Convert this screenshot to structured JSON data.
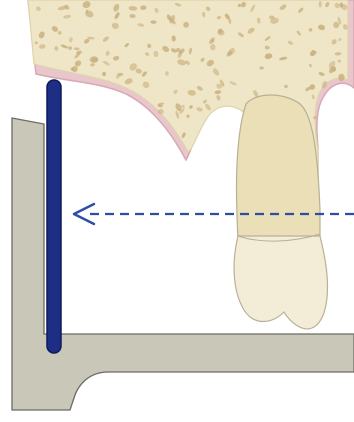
{
  "diagram": {
    "colors": {
      "background": "#ffffff",
      "gingiva": "#e9c6cb",
      "gingiva_edge": "#d7a9b3",
      "bone": "#efe6c8",
      "bone_edge": "#dfd3ab",
      "bone_pores": "#c9b07d",
      "tooth": "#f3edd8",
      "tooth_edge": "#b8b096",
      "root_shade": "#eadfb6",
      "film_holder": "#c9c7b8",
      "film_holder_edge": "#6d6b62",
      "film": "#1d2f84",
      "film_edge": "#0f1a5a",
      "beam": "#2c4ea3"
    },
    "parts": [
      {
        "name": "alveolar-bone",
        "kind": "cancellous bone"
      },
      {
        "name": "gingiva",
        "kind": "soft tissue outline"
      },
      {
        "name": "tooth",
        "kind": "anterior tooth"
      },
      {
        "name": "film-holder",
        "kind": "bite block and arm"
      },
      {
        "name": "film",
        "kind": "receptor"
      },
      {
        "name": "xray-beam",
        "kind": "dashed arrow",
        "direction": "right-to-left"
      }
    ]
  }
}
